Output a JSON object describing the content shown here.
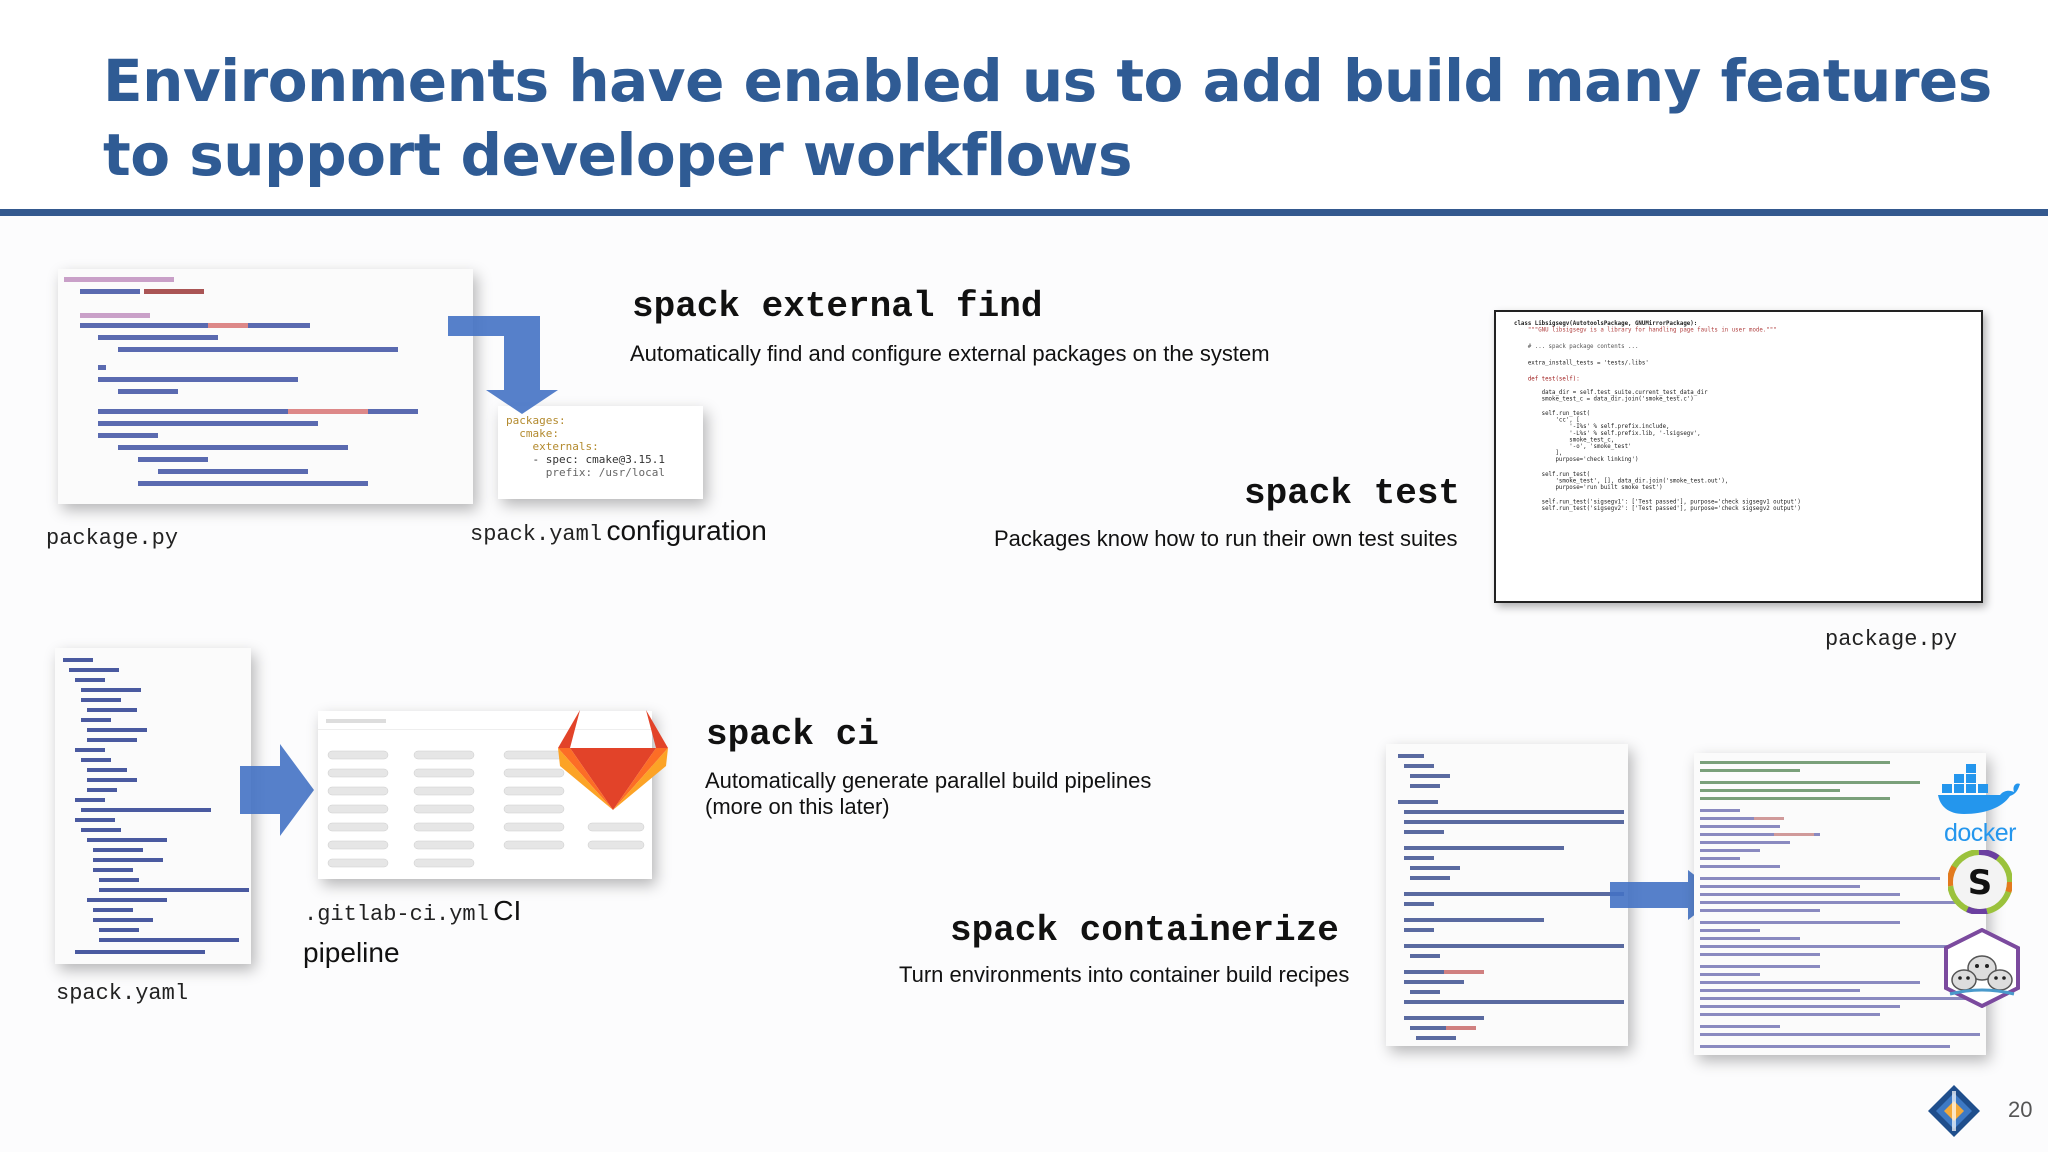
{
  "slide": {
    "title": "Environments have enabled us to add build many features to support developer workflows",
    "page_number": "20"
  },
  "features": {
    "external_find": {
      "command": "spack external find",
      "description": "Automatically find and configure external packages on the system",
      "file_left": "package.py",
      "file_right_mono": "spack.yaml",
      "file_right_text": "configuration",
      "snippet": {
        "l1": "packages:",
        "l2": "  cmake:",
        "l3": "    externals:",
        "l4": "    - spec: cmake@3.15.1",
        "l5": "      prefix: /usr/local"
      }
    },
    "test": {
      "command": "spack test",
      "description": "Packages know how to run their own test suites",
      "file": "package.py",
      "code": {
        "l1": "class Libsigsegv(AutotoolsPackage, GNUMirrorPackage):",
        "l2": "    \"\"\"GNU libsigsegv is a library for handling page faults in user mode.\"\"\"",
        "l3": "    # ... spack package contents ...",
        "l4": "    extra_install_tests = 'tests/.libs'",
        "l5": "    def test(self):",
        "l6": "        data_dir = self.test_suite.current_test_data_dir",
        "l7": "        smoke_test_c = data_dir.join('smoke_test.c')",
        "l8": "        self.run_test(",
        "l9": "            'cc', [",
        "l10": "                '-I%s' % self.prefix.include,",
        "l11": "                '-L%s' % self.prefix.lib, '-lsigsegv',",
        "l12": "                smoke_test_c,",
        "l13": "                '-o', 'smoke_test'",
        "l14": "            ],",
        "l15": "            purpose='check linking')",
        "l16": "        self.run_test(",
        "l17": "            'smoke_test', [], data_dir.join('smoke_test.out'),",
        "l18": "            purpose='run built smoke test')",
        "l19": "        self.run_test('sigsegv1': ['Test passed'], purpose='check sigsegv1 output')",
        "l20": "        self.run_test('sigsegv2': ['Test passed'], purpose='check sigsegv2 output')"
      }
    },
    "ci": {
      "command": "spack ci",
      "description_line1": "Automatically generate parallel build pipelines",
      "description_line2": "(more on this later)",
      "file_left": "spack.yaml",
      "file_right_mono": ".gitlab-ci.yml",
      "file_right_text": "CI",
      "file_right_text2": "pipeline"
    },
    "containerize": {
      "command": "spack containerize",
      "description": "Turn environments into container build recipes"
    }
  },
  "logos": {
    "docker": "docker",
    "singularity": "singularity-logo-icon",
    "podman": "podman-seals-icon",
    "spack": "spack-logo-icon",
    "gitlab": "gitlab-fox-icon"
  },
  "colors": {
    "title": "#2f5b94",
    "rule": "#34598f",
    "arrow": "#4472c4",
    "docker": "#2496ed"
  }
}
